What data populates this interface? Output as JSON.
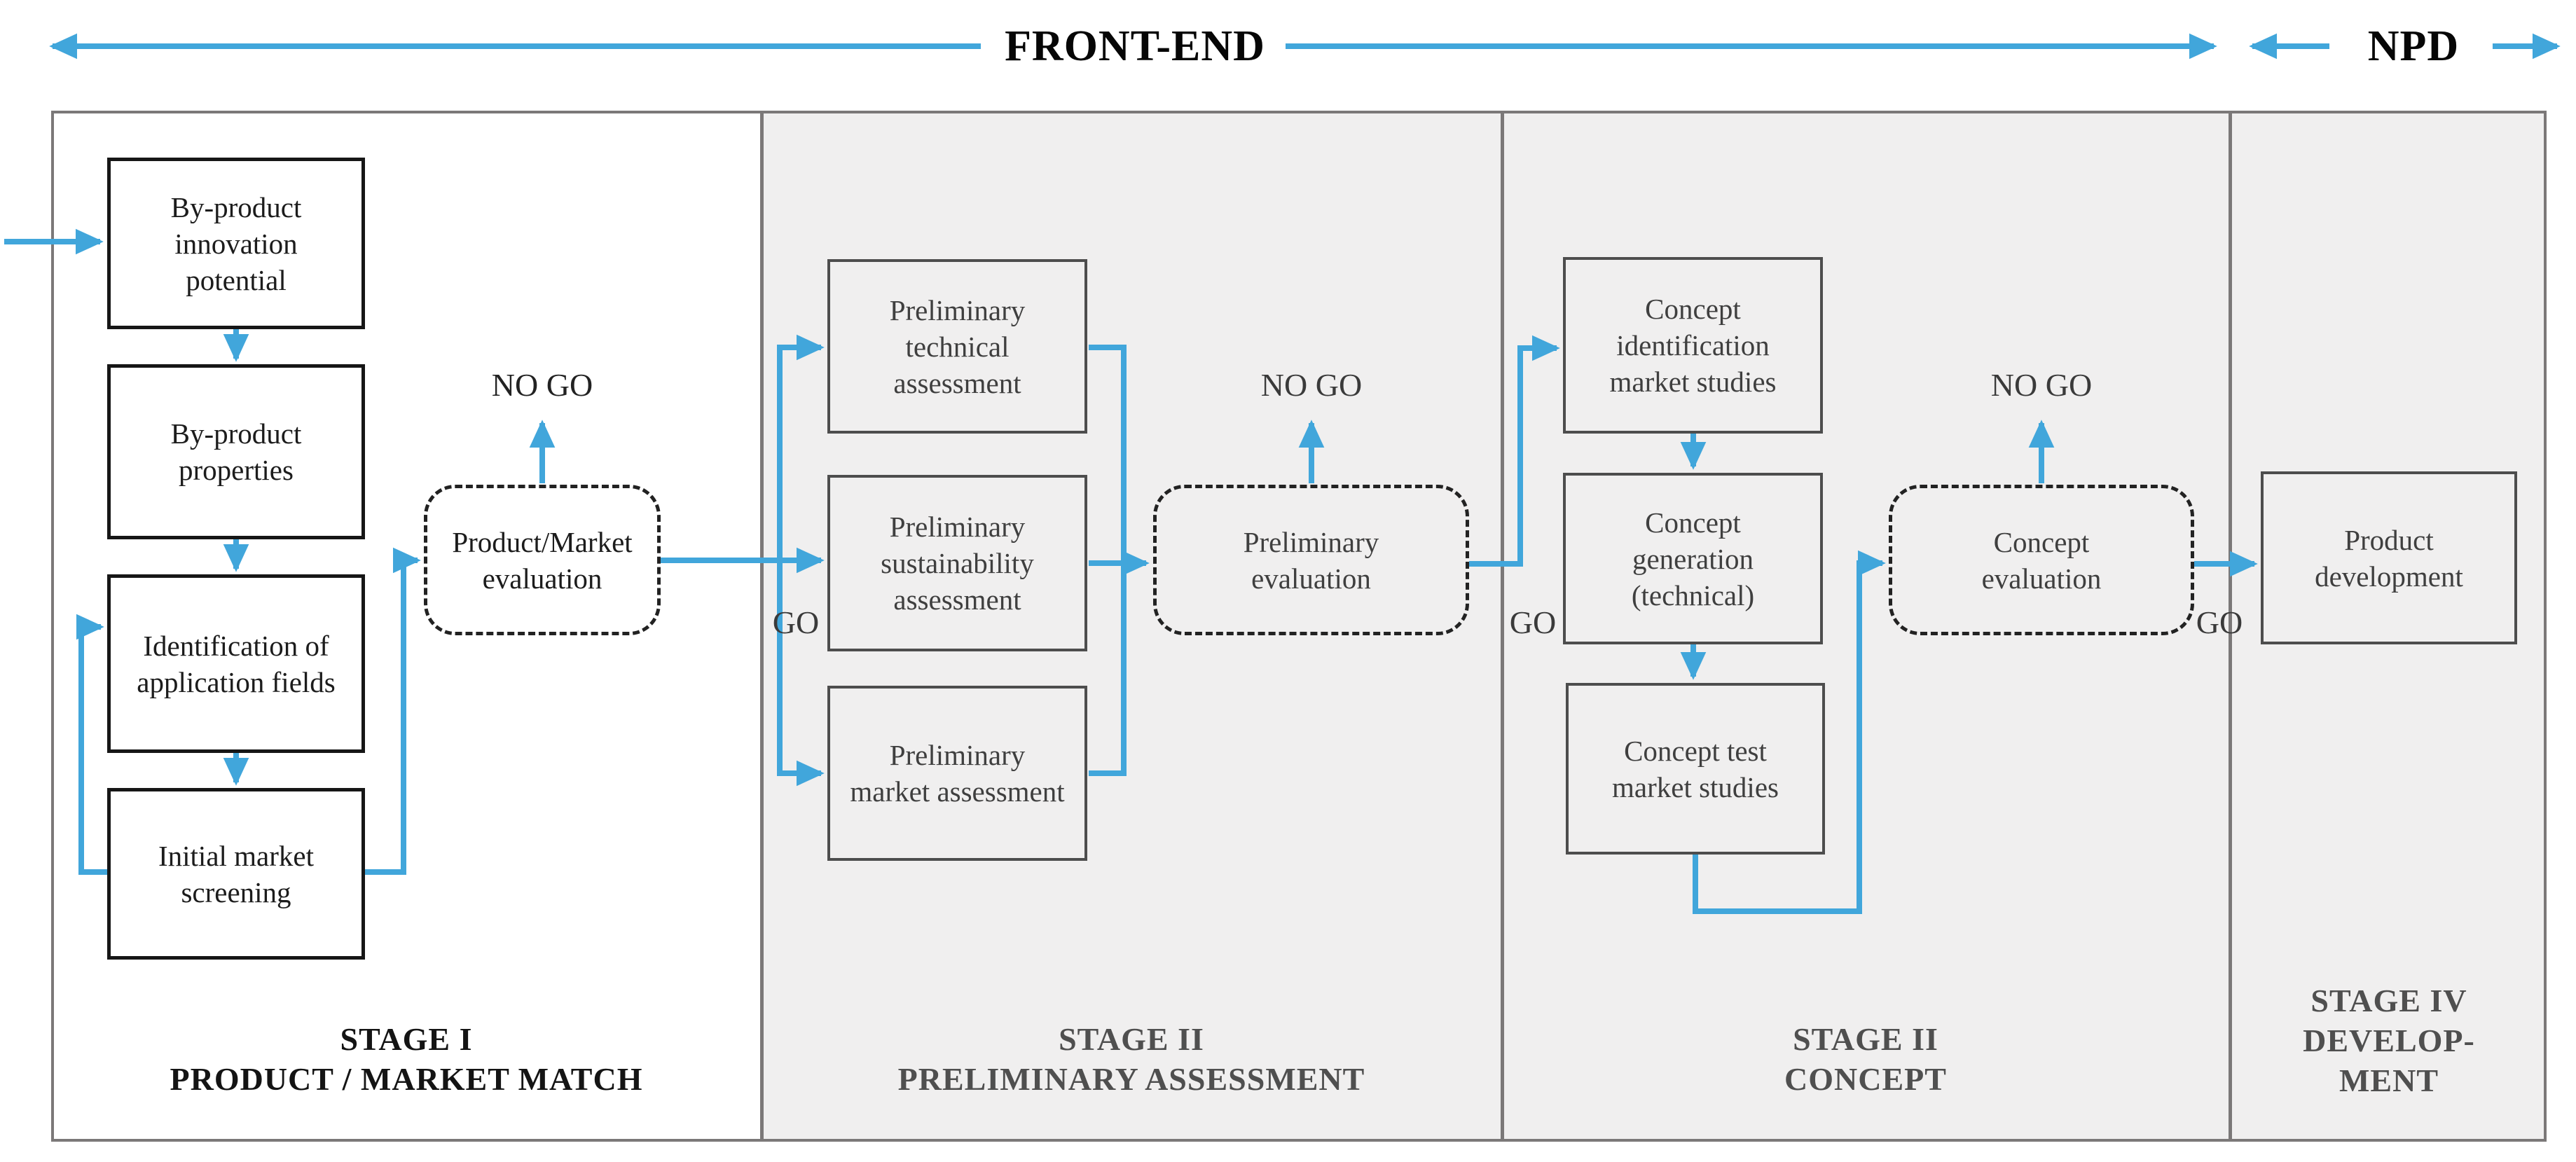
{
  "header": {
    "front_end": "FRONT-END",
    "npd": "NPD"
  },
  "colors": {
    "accent_blue": "#41a6db",
    "panel_border_gray": "#7b7878",
    "stage_background_gray": "#f0efef",
    "stage1_box_border": "#161616",
    "later_box_border": "#4d4d4d"
  },
  "stage1": {
    "title1": "STAGE I",
    "title2": "PRODUCT / MARKET MATCH",
    "box1": "By-product innovation potential",
    "box2": "By-product properties",
    "box3": "Identification of application fields",
    "box4": "Initial market screening",
    "gate": "Product/Market evaluation",
    "no_go": "NO GO",
    "go": "GO"
  },
  "stage2": {
    "title1": "STAGE II",
    "title2": "PRELIMINARY ASSESSMENT",
    "box1": "Preliminary technical assessment",
    "box2": "Preliminary sustainability assessment",
    "box3": "Preliminary market assessment",
    "gate": "Preliminary evaluation",
    "no_go": "NO GO",
    "go": "GO"
  },
  "stage3": {
    "title1": "STAGE II",
    "title2": "CONCEPT",
    "box1": "Concept identification market studies",
    "box2": "Concept generation (technical)",
    "box3": "Concept test market studies",
    "gate": "Concept evaluation",
    "no_go": "NO GO",
    "go": "GO"
  },
  "stage4": {
    "title1": "STAGE IV",
    "title2": "DEVELOP-",
    "title3": "MENT",
    "box1": "Product development"
  }
}
